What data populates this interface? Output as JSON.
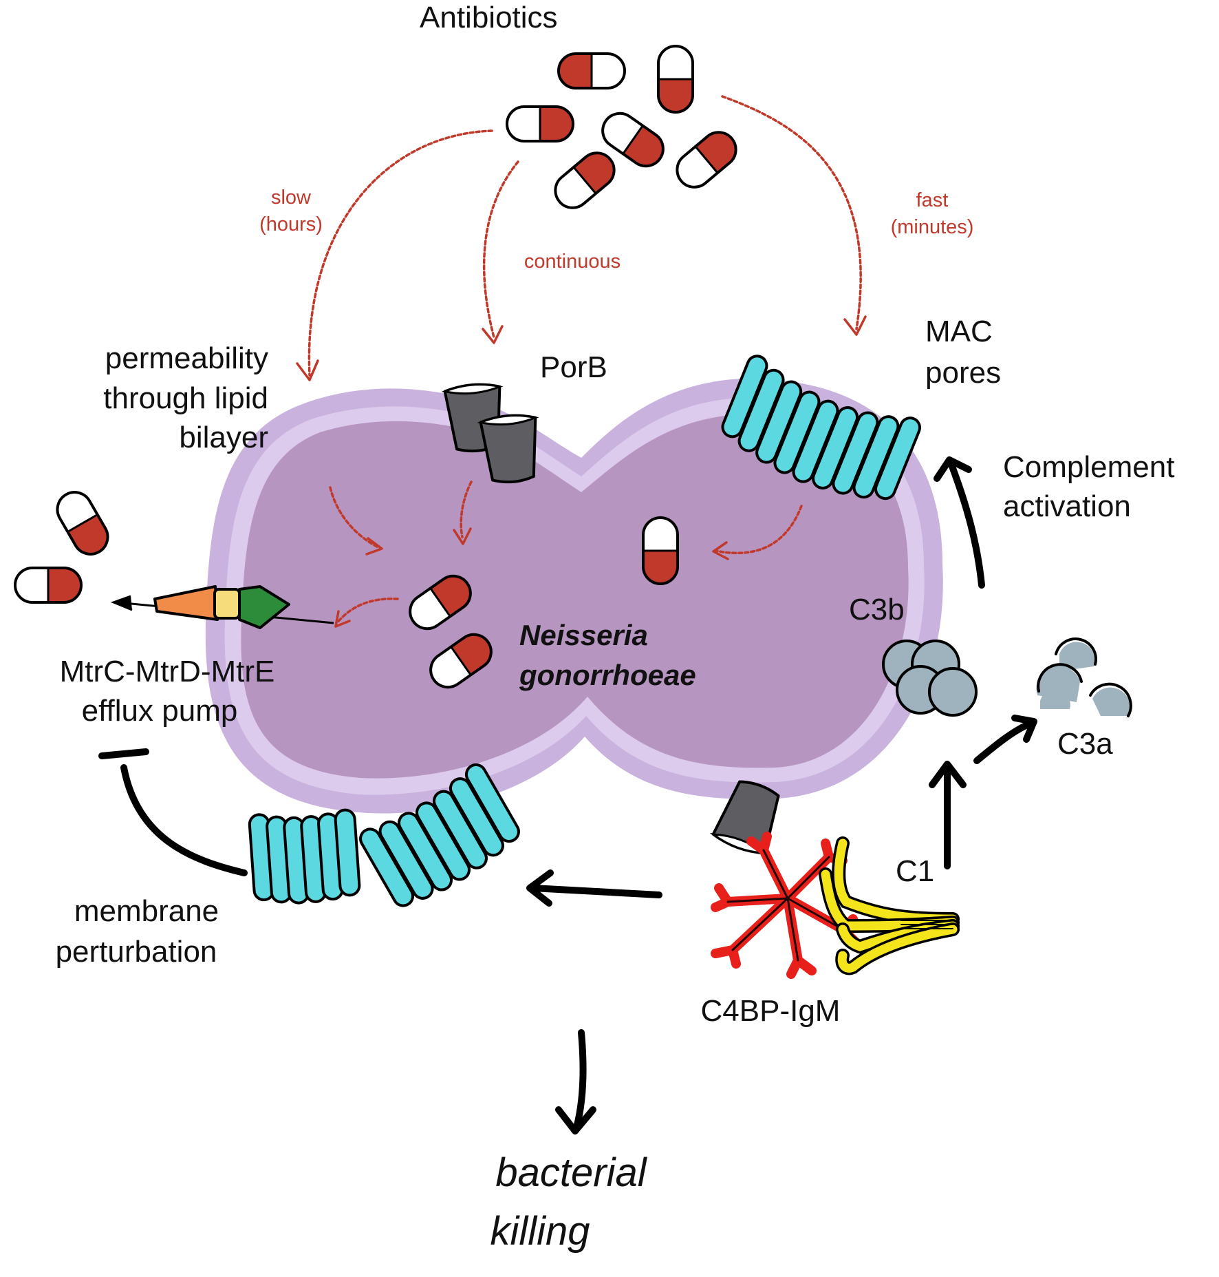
{
  "labels": {
    "antibiotics": "Antibiotics",
    "slow_1": "slow",
    "slow_2": "(hours)",
    "continuous": "continuous",
    "fast_1": "fast",
    "fast_2": "(minutes)",
    "permeability_1": "permeability",
    "permeability_2": "through lipid",
    "permeability_3": "bilayer",
    "porb": "PorB",
    "mac_1": "MAC",
    "mac_2": "pores",
    "complement_1": "Complement",
    "complement_2": "activation",
    "c3b": "C3b",
    "c3a": "C3a",
    "c1": "C1",
    "organism_1": "Neisseria",
    "organism_2": "gonorrhoeae",
    "efflux_1": "MtrC-MtrD-MtrE",
    "efflux_2": "efflux pump",
    "membrane_1": "membrane",
    "membrane_2": "perturbation",
    "c4bp": "C4BP-IgM",
    "killing_1": "bacterial",
    "killing_2": "killing"
  },
  "colors": {
    "antibiotic_red": "#c0392b",
    "dashed_arrow": "#c0392b",
    "cell_fill": "#b795c1",
    "cell_membrane": "#d5c4e6",
    "cell_bead": "#c9b2de",
    "porin": "#5d5d62",
    "mac_pore": "#5bd8e0",
    "c3b": "#9fb3bf",
    "igm": "#e8201c",
    "c1": "#f4e41b",
    "pump_mtrc": "#f08c48",
    "pump_mtrd": "#f6dc7a",
    "pump_mtre": "#2c8c3a"
  },
  "icons": {
    "capsule": "capsule-icon",
    "porin": "porb-porin-icon",
    "mac": "mac-pore-icon",
    "c3b": "c3b-cluster-icon",
    "c3a": "c3a-fragment-icon",
    "pump": "efflux-pump-icon",
    "igm": "igm-pentamer-icon",
    "c1": "c1-complex-icon"
  }
}
